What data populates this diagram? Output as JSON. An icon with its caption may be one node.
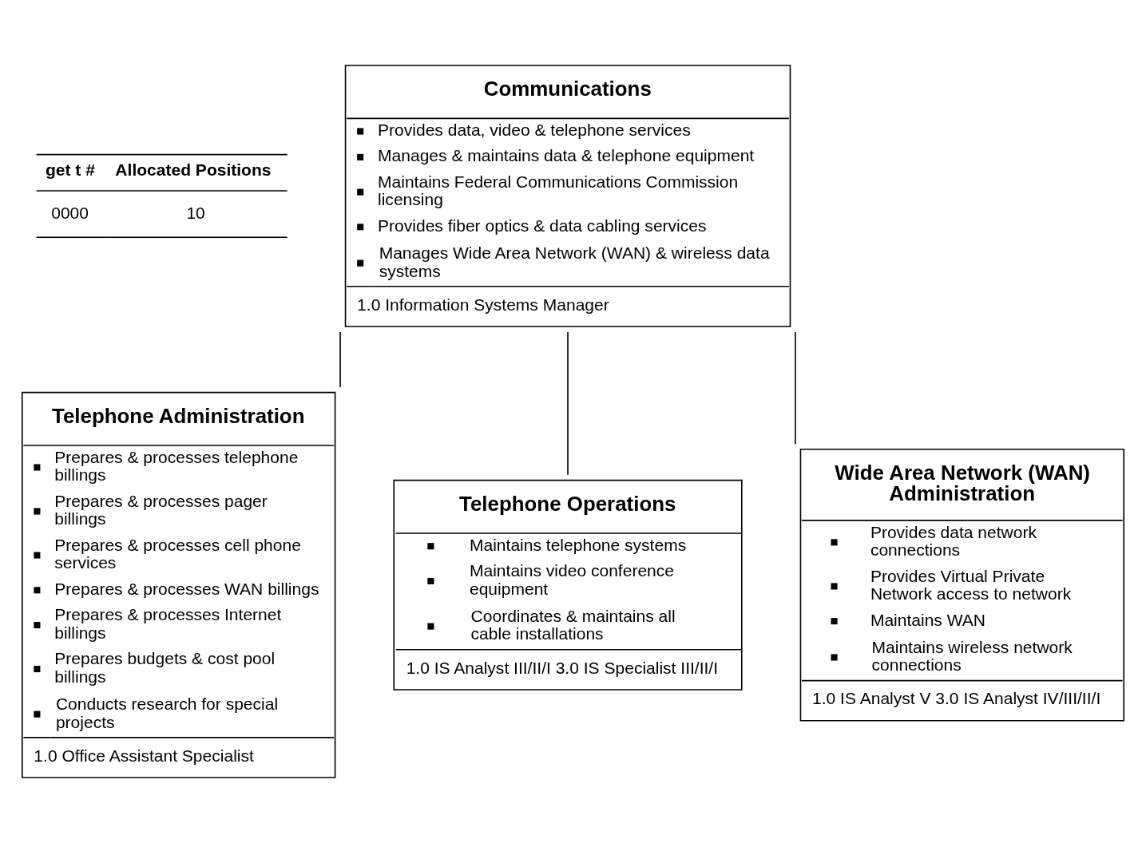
{
  "diagram": {
    "nodes": [
      {
        "text": [
          "Communications",
          "Provides data, video & telephone services",
          "Manages & maintains data & telephone equipment",
          "Maintains Federal Communications Commission licensing",
          "Provides fiber optics & data cabling services",
          "Manages Wide Area Network (WAN) & wireless data systems",
          "1.0 Information Systems Manager"
        ]
      },
      {
        "text": [
          "Telephone Administration",
          "Prepares & processes telephone billings",
          "Prepares & processes pager billings",
          "Prepares & processes cell phone services",
          "Prepares & processes WAN billings",
          "Prepares & processes Internet billings",
          "Prepares budgets & cost pool billings",
          "Conducts research for special projects",
          "1.0 Office Assistant Specialist"
        ]
      },
      {
        "text": [
          "Telephone Operations",
          "Maintains telephone systems",
          "Maintains video conference equipment",
          "Coordinates & maintains all cable installations",
          "1.0 IS Analyst III/II/I 3.0 IS Specialist III/II/I"
        ]
      },
      {
        "text": [
          "Wide Area Network (WAN) Administration",
          "Provides data network connections",
          "Provides Virtual Private Network access to network",
          "Maintains WAN",
          "Maintains wireless network connections",
          "1.0 IS Analyst V 3.0 IS Analyst IV/III/II/I"
        ]
      }
    ],
    "edges": [
      {
        "from": 0,
        "to": 1,
        "arrow": "none"
      },
      {
        "from": 0,
        "to": 2,
        "arrow": "none"
      },
      {
        "from": 0,
        "to": 3,
        "arrow": "none"
      }
    ],
    "labels": [
      "get t #",
      "Allocated Positions",
      "0000",
      "10"
    ]
  }
}
